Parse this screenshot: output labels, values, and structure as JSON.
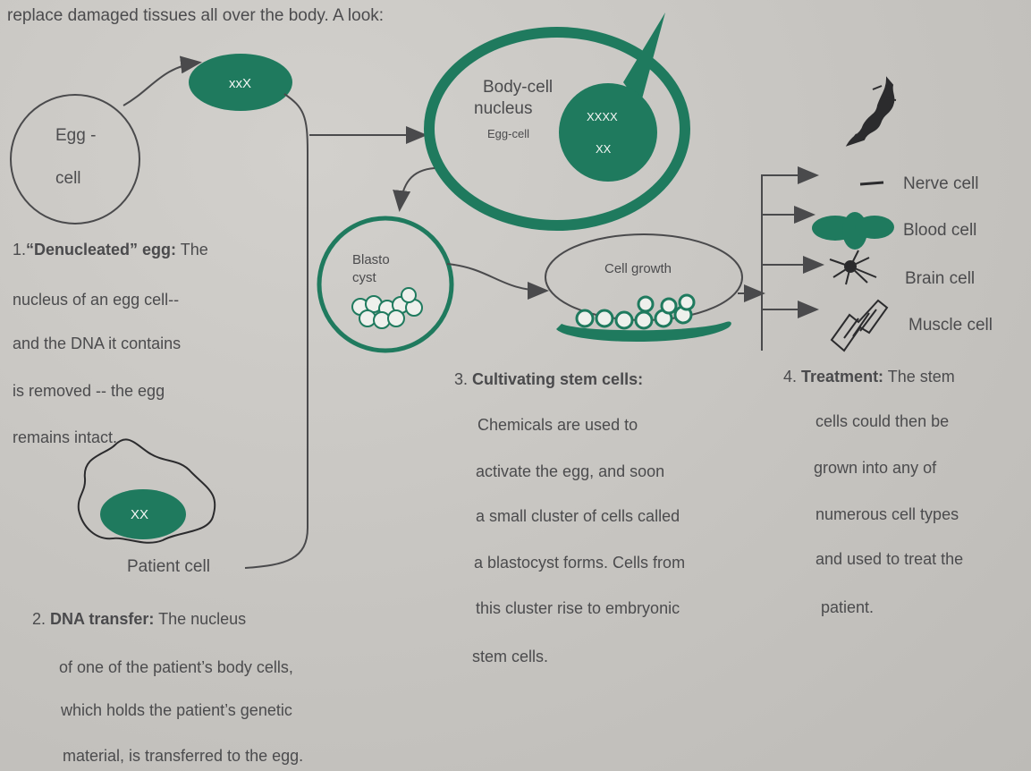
{
  "intro": "replace damaged tissues all over the body.  A look:",
  "labels": {
    "egg_cell_1": "Egg -",
    "egg_cell_2": "cell",
    "nucleus_xx_top": "xxX",
    "body_cell_nucleus_1": "Body-cell",
    "body_cell_nucleus_2": "nucleus",
    "egg_cell_small": "Egg-cell",
    "xxxx": "XXXX",
    "xx_inner": "XX",
    "blastocyst_1": "Blasto",
    "blastocyst_2": "cyst",
    "cell_growth": "Cell growth",
    "patient_nucleus": "XX",
    "patient_cell": "Patient cell"
  },
  "cell_types": [
    "Nerve cell",
    "Blood cell",
    "Brain cell",
    "Muscle cell"
  ],
  "step1": {
    "number": "1.",
    "title": "“Denucleated” egg:",
    "lines": [
      "The",
      "nucleus of an egg cell--",
      "and the DNA it contains",
      "is removed -- the egg",
      "remains intact."
    ]
  },
  "step2": {
    "number": "2.",
    "title": "DNA transfer:",
    "lines": [
      "The nucleus",
      "of one of the patient’s body cells,",
      "which holds the patient’s genetic",
      "material, is transferred to the egg."
    ]
  },
  "step3": {
    "number": "3.",
    "title": "Cultivating stem cells:",
    "lines": [
      "Chemicals are used to",
      "activate the egg, and soon",
      "a small cluster of cells called",
      "a blastocyst forms.  Cells from",
      "this cluster rise to embryonic",
      "stem cells."
    ]
  },
  "step4": {
    "number": "4.",
    "title": "Treatment:",
    "lines": [
      "The stem",
      "cells could then be",
      "grown into any of",
      "numerous cell types",
      "and used to treat the",
      "patient."
    ]
  },
  "colors": {
    "accent": "#1f7a5e",
    "line": "#4a4a4c",
    "background": "#c8c6c2"
  }
}
